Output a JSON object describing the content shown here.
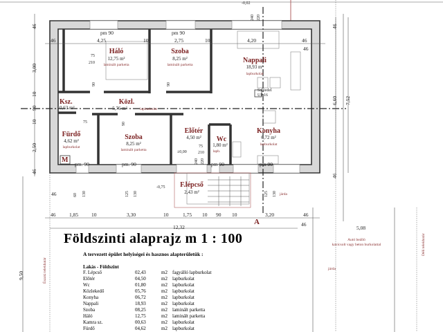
{
  "rooms": [
    {
      "name": "Háló",
      "area": "12,75 m²",
      "floor": "laminált parketta",
      "pm": "pm 90"
    },
    {
      "name": "Szoba",
      "area": "8,25 m²",
      "floor": "laminált parketta",
      "pm": "pm 90"
    },
    {
      "name": "Nappali",
      "area": "18,93 m²",
      "floor": "lapburkolat"
    },
    {
      "name": "Közl.",
      "area": "5,76 m²",
      "floor": "lapburkolat"
    },
    {
      "name": "Ksz.",
      "area": "0,63 m²"
    },
    {
      "name": "Fürdő",
      "area": "4,62 m²",
      "floor": "lapburkolat",
      "pm": "pm. 90"
    },
    {
      "name": "Szoba",
      "area": "8,25 m²",
      "floor": "laminált parketta",
      "pm": "pm. 90"
    },
    {
      "name": "Előtér",
      "area": "4,50 m²"
    },
    {
      "name": "Wc",
      "area": "1,80 m²",
      "floor": "lapb.",
      "pm": "pm 90"
    },
    {
      "name": "Konyha",
      "area": "6,72 m²",
      "floor": "lapburkolat",
      "pm": "pm 90"
    },
    {
      "name": "F.lépcső",
      "area": "2,43 m²"
    }
  ],
  "annotations": {
    "schiedel": "Schiedel",
    "schiedel_type": "UP 16",
    "m_box": "M",
    "level_entry": "±0,00",
    "level_outside": "-0,75",
    "level_top": "-0,02",
    "section": "A",
    "jarda": "járda",
    "parking_1": "Autó beálló",
    "parking_2": "kavicsolt vagy beton burkolattal",
    "north_boundary": "Északi telekhatár",
    "south_boundary": "Déli telekhatár",
    "door_w": "75",
    "door_h": "210",
    "door90": "90",
    "door210": "210",
    "win240": "240",
    "win220": "220",
    "sill60": "60",
    "sill125": "125",
    "sill130": "130"
  },
  "dims": {
    "top": [
      "46",
      "4,25",
      "10",
      "2,75",
      "10",
      "4,20",
      "46"
    ],
    "bottom": [
      "46",
      "1,85",
      "10",
      "3,30",
      "10",
      "1,75",
      "10",
      "90",
      "10",
      "3,20",
      "46"
    ],
    "total": "12,32",
    "left": [
      "46",
      "3,00",
      "10",
      "90",
      "10",
      "2,50",
      "46"
    ],
    "right": [
      "46",
      "6,60",
      "7,52",
      "46"
    ],
    "site_left": "9,50",
    "site_right": "5,08",
    "site_46": "46"
  },
  "legend": {
    "title": "Földszinti  alaprajz   m 1 : 100",
    "subtitle": "A tervezett épület helyiségei és hasznos alapterületük :",
    "section": "Lakás - Földszint",
    "rows": [
      [
        "F. Lépcső",
        "02,43",
        "m2",
        "fagyálló lapburkolat"
      ],
      [
        "Előtér",
        "04,50",
        "m2",
        "lapburkolat"
      ],
      [
        "Wc",
        "01,80",
        "m2",
        "lapburkolat"
      ],
      [
        "Közlekedő",
        "05,76",
        "m2",
        "lapburkolat"
      ],
      [
        "Konyha",
        "06,72",
        "m2",
        "lapburkolat"
      ],
      [
        "Nappali",
        "18,93",
        "m2",
        "lapburkolat"
      ],
      [
        "Szoba",
        "08,25",
        "m2",
        "laminált parketta"
      ],
      [
        "Háló",
        "12,75",
        "m2",
        "laminált parketta"
      ],
      [
        "Kamra sz.",
        "00,63",
        "m2",
        "lapburkolat"
      ],
      [
        "Fürdő",
        "04,62",
        "m2",
        "lapburkolat"
      ]
    ]
  },
  "colors": {
    "room_label": "#7a1f1f",
    "wall_fill": "#d8d8d8"
  }
}
